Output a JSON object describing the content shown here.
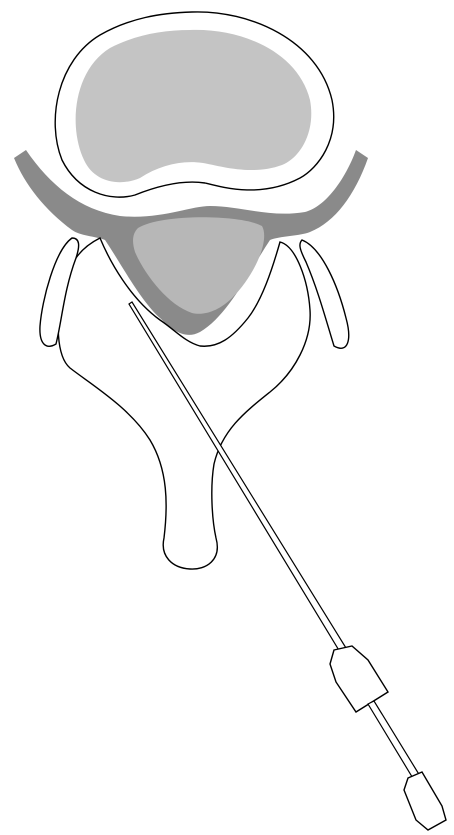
{
  "colors": {
    "background": "#ffffff",
    "outline": "#000000",
    "vertebral_body_fill": "#c4c4c4",
    "dura_fill": "#8a8a8a",
    "spinal_cord_fill": "#b7b7b7",
    "needle_fill": "#ffffff"
  },
  "parts": [
    {
      "name": "vertebral-body",
      "icon": "vertebral-body-shape"
    },
    {
      "name": "dural-sac",
      "icon": "dural-sac-shape"
    },
    {
      "name": "spinal-cord",
      "icon": "spinal-cord-shape"
    },
    {
      "name": "vertebral-arch",
      "icon": "lamina-and-spinous-process-shape"
    },
    {
      "name": "facet-joints",
      "icon": "facet-joint-shape"
    },
    {
      "name": "spinal-needle",
      "icon": "needle-with-hub-shape"
    }
  ]
}
